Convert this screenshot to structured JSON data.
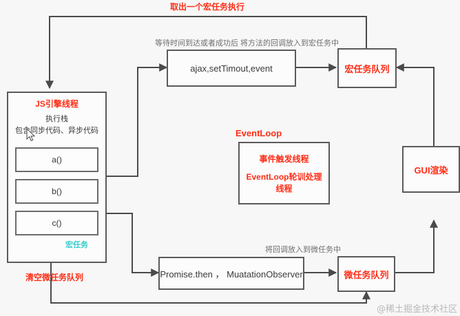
{
  "diagram": {
    "title_note": "取出一个宏任务执行",
    "macro_note": "等待时间到达或者成功后 将方法的回调放入到宏任务中",
    "micro_note": "将回调放入到微任务中",
    "clear_micro_note": "清空微任务队列",
    "eventloop_label": "EventLoop",
    "watermark": "@稀土掘金技术社区",
    "js_thread": {
      "title": "JS引擎线程",
      "line1": "执行栈",
      "line2": "包含同步代码、异步代码",
      "frames": [
        "a()",
        "b()",
        "c()"
      ],
      "macro_tag": "宏任务"
    },
    "macro_source_box": "ajax,setTimout,event",
    "macro_queue_box": "宏任务队列",
    "micro_source_box": "Promise.then ， MuatationObserver",
    "micro_queue_box": "微任务队列",
    "gui_box": "GUI渲染",
    "eventloop_box": {
      "line1": "事件触发线程",
      "line2": "EventLoop轮训处理",
      "line3": "线程"
    },
    "colors": {
      "accent_red": "#ff2d16",
      "cyan": "#33cccc",
      "stroke": "#5a5a5a",
      "background": "#f7f7f7"
    }
  }
}
